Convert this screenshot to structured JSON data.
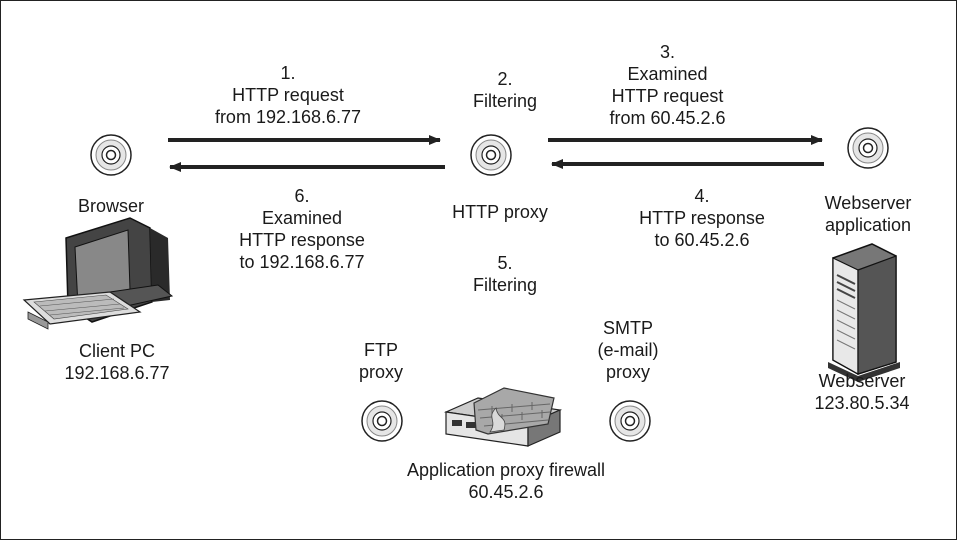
{
  "steps": {
    "s1": "1.\nHTTP request\nfrom 192.168.6.77",
    "s2": "2.\nFiltering",
    "s3": "3.\nExamined\nHTTP request\nfrom 60.45.2.6",
    "s4": "4.\nHTTP response\nto 60.45.2.6",
    "s5": "5.\nFiltering",
    "s6": "6.\nExamined\nHTTP response\nto 192.168.6.77"
  },
  "nodes": {
    "browser": "Browser",
    "http_proxy": "HTTP proxy",
    "webserver_app": "Webserver\napplication",
    "client_pc": "Client PC\n192.168.6.77",
    "webserver": "Webserver\n123.80.5.34",
    "ftp_proxy": "FTP\nproxy",
    "smtp_proxy": "SMTP\n(e-mail)\nproxy",
    "firewall": "Application proxy firewall\n60.45.2.6"
  },
  "icons": {
    "disc": "disc-icon",
    "pc": "computer-icon",
    "server": "server-tower-icon",
    "firewall": "firewall-appliance-icon"
  }
}
